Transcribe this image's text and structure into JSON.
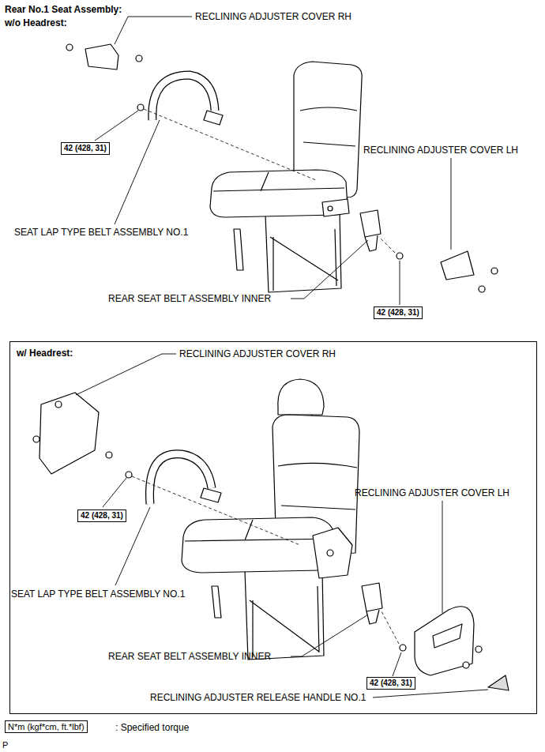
{
  "diagram": {
    "title": "Rear No.1 Seat Assembly:",
    "nodes": [
      {
        "text": [
          "42 (428, 31)"
        ]
      },
      {
        "text": [
          "42 (428, 31)"
        ]
      },
      {
        "text": [
          "w/ Headrest:"
        ]
      },
      {
        "text": [
          "42 (428, 31)"
        ],
        "in": 2
      },
      {
        "text": [
          "42 (428, 31)"
        ],
        "in": 2
      },
      {
        "text": [
          "N*m (kgf*cm, ft.*lbf)"
        ]
      }
    ],
    "labels": [
      "w/o Headrest:",
      "RECLINING ADJUSTER COVER RH",
      "RECLINING ADJUSTER COVER LH",
      "SEAT LAP TYPE BELT ASSEMBLY NO.1",
      "REAR SEAT BELT ASSEMBLY INNER",
      "RECLINING ADJUSTER COVER RH",
      "RECLINING ADJUSTER COVER LH",
      "SEAT LAP TYPE BELT ASSEMBLY NO.1",
      "REAR SEAT BELT ASSEMBLY INNER",
      "RECLINING ADJUSTER RELEASE HANDLE NO.1",
      ": Specified torque",
      "P"
    ]
  }
}
